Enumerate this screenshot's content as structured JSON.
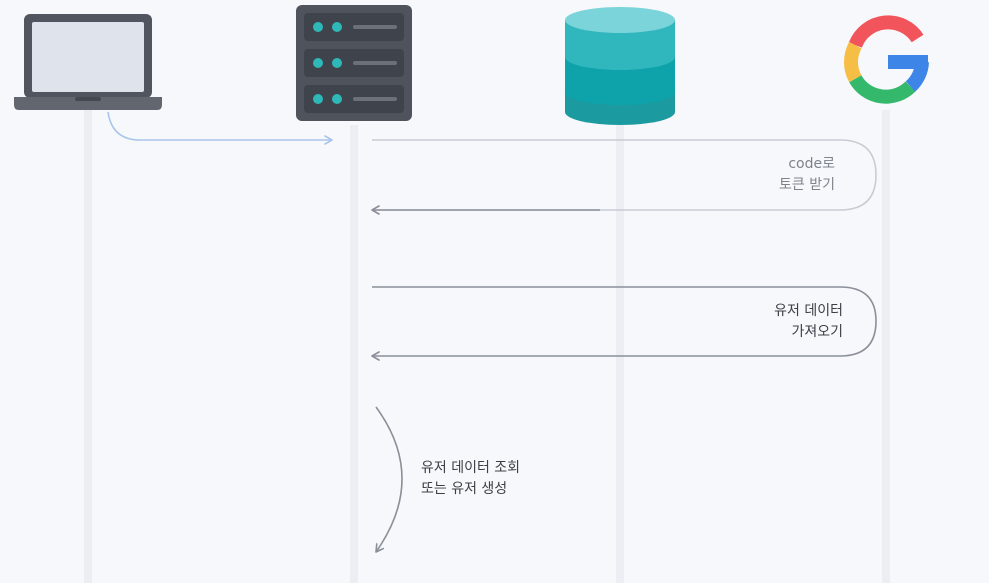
{
  "actors": [
    {
      "id": "client",
      "icon": "laptop-icon"
    },
    {
      "id": "server",
      "icon": "server-icon"
    },
    {
      "id": "database",
      "icon": "database-icon"
    },
    {
      "id": "google",
      "icon": "google-logo-icon"
    }
  ],
  "messages": [
    {
      "id": "code-to-token",
      "lines": [
        "code로",
        "토큰 받기"
      ]
    },
    {
      "id": "fetch-user-data",
      "lines": [
        "유저 데이터",
        "가져오기"
      ]
    },
    {
      "id": "lookup-or-create-user",
      "lines": [
        "유저 데이터 조회",
        "또는 유저 생성"
      ]
    }
  ],
  "colors": {
    "background": "#f7f8fb",
    "lifeline": "#eceef3",
    "arrow": "#8a8f99",
    "arrow_faded": "#c9ccd3",
    "client_arrow": "#a9c6ea",
    "laptop": "#515560",
    "laptop_screen": "#dfe3ec",
    "server": "#4f535c",
    "server_led": "#2fb8b8",
    "db_top": "#7ad4d9",
    "db_mid": "#0ea3aa",
    "db_bottom": "#1b9aa0",
    "google_red": "#f2545b",
    "google_yellow": "#f7be45",
    "google_green": "#34b86c",
    "google_blue": "#3d86e8"
  }
}
